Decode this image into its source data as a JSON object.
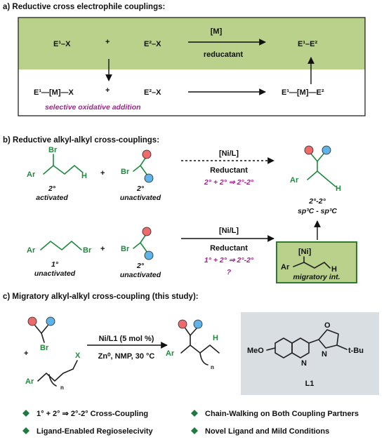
{
  "colors": {
    "green_box": "#b9d18a",
    "green_text": "#1e8a3e",
    "magenta": "#a3238e",
    "red_ball": "#ef6b6b",
    "blue_ball": "#5fb3e8",
    "gray_panel": "#d9dee3"
  },
  "section_a": {
    "title": "a) Reductive cross electrophile couplings:",
    "e1x": "E¹–X",
    "plus": "+",
    "e2x": "E²–X",
    "catalyst": "[M]",
    "reductant": "reducatant",
    "product": "E¹–E²",
    "e1mx": "E¹—[M]—X",
    "e2x_lower": "E²–X",
    "e1me2": "E¹—[M]—E²",
    "selective": "selective oxidative addition"
  },
  "section_b": {
    "title": "b) Reductive alkyl-alkyl cross-couplings:",
    "ar": "Ar",
    "br": "Br",
    "h": "H",
    "plus": "+",
    "deg2": "2°",
    "deg1": "1°",
    "activated": "activated",
    "unactivated": "unactivated",
    "ni_l": "[Ni/L]",
    "reductant": "Reductant",
    "eq1": "2° + 2° ⇒ 2°-2°",
    "eq2": "1° + 2° ⇒ 2°-2°",
    "question": "?",
    "product_label": "2°-2°",
    "product_sub": "sp³C - sp³C",
    "ni": "[Ni]",
    "migratory": "migratory int."
  },
  "section_c": {
    "title": "c) Migratory alkyl-alkyl cross-coupling (this study):",
    "br": "Br",
    "plus": "+",
    "x": "X",
    "ar": "Ar",
    "n": "n",
    "h": "H",
    "conditions1": "Ni/L1 (5 mol %)",
    "conditions2": "Zn⁰, NMP, 30 °C",
    "meo": "MeO",
    "o": "O",
    "n_atom": "N",
    "tbu": "t-Bu",
    "ligand": "L1",
    "bullets": [
      "1° + 2° ⇒ 2°-2° Cross-Coupling",
      "Chain-Walking on Both Coupling Partners",
      "Ligand-Enabled Regioselecivity",
      "Novel Ligand and Mild Conditions"
    ]
  }
}
